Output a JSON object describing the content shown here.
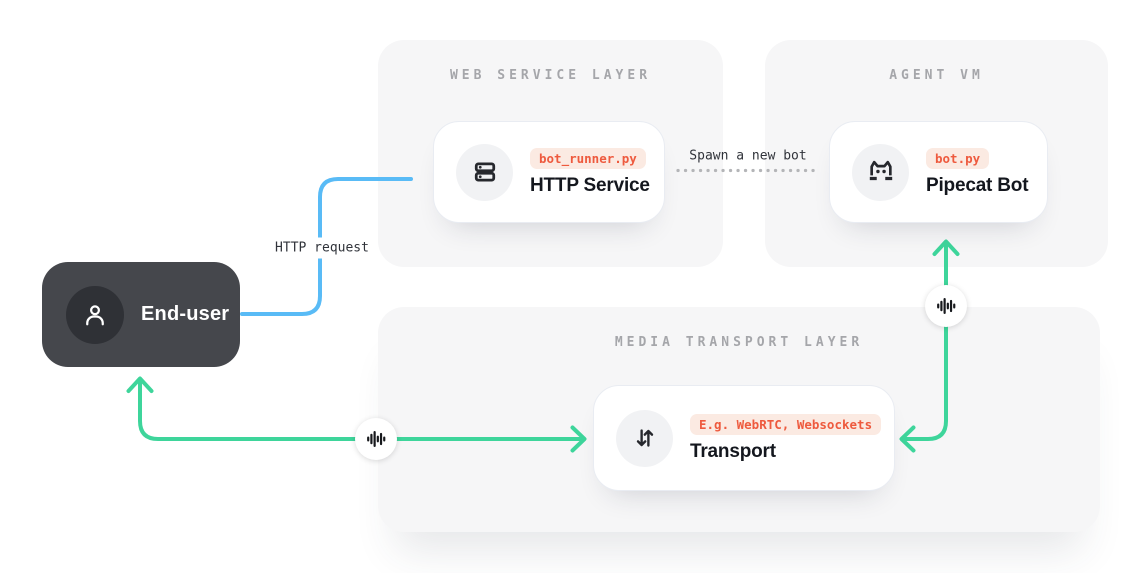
{
  "colors": {
    "background": "#ffffff",
    "panel_bg": "#f6f6f7",
    "panel_title_text": "#a5a6aa",
    "card_title_text": "#14171e",
    "badge_bg": "#fbeae2",
    "badge_text": "#ee5a3e",
    "end_user_bg": "#45474c",
    "edge_green": "#3ed59b",
    "edge_blue": "#59bbf6",
    "edge_dotted": "#b4b5b8",
    "edge_label_text": "#30333a"
  },
  "panels": [
    {
      "id": "web-service-layer",
      "title": "WEB SERVICE LAYER"
    },
    {
      "id": "agent-vm",
      "title": "AGENT VM"
    },
    {
      "id": "media-transport-layer",
      "title": "MEDIA TRANSPORT LAYER"
    }
  ],
  "nodes": [
    {
      "id": "end-user",
      "label": "End-user",
      "icon": "user-icon"
    },
    {
      "id": "http-service",
      "label": "HTTP Service",
      "badge": "bot_runner.py",
      "icon": "server-icon",
      "panel": "web-service-layer"
    },
    {
      "id": "pipecat-bot",
      "label": "Pipecat Bot",
      "badge": "bot.py",
      "icon": "pipecat-cat-icon",
      "panel": "agent-vm"
    },
    {
      "id": "transport",
      "label": "Transport",
      "badge": "E.g. WebRTC, Websockets",
      "icon": "transfer-arrows-icon",
      "panel": "media-transport-layer"
    }
  ],
  "edges": [
    {
      "id": "http-request",
      "from": "end-user",
      "to": "http-service",
      "label": "HTTP request",
      "style": "solid",
      "color": "#59bbf6"
    },
    {
      "id": "spawn-bot",
      "from": "http-service",
      "to": "pipecat-bot",
      "label": "Spawn a new bot",
      "style": "dotted",
      "color": "#b4b5b8"
    },
    {
      "id": "media-user-transport",
      "from": "end-user",
      "to": "transport",
      "style": "solid-double-arrow",
      "color": "#3ed59b",
      "icon": "waveform-icon"
    },
    {
      "id": "media-transport-bot",
      "from": "transport",
      "to": "pipecat-bot",
      "style": "solid-double-arrow",
      "color": "#3ed59b",
      "icon": "waveform-icon"
    }
  ]
}
